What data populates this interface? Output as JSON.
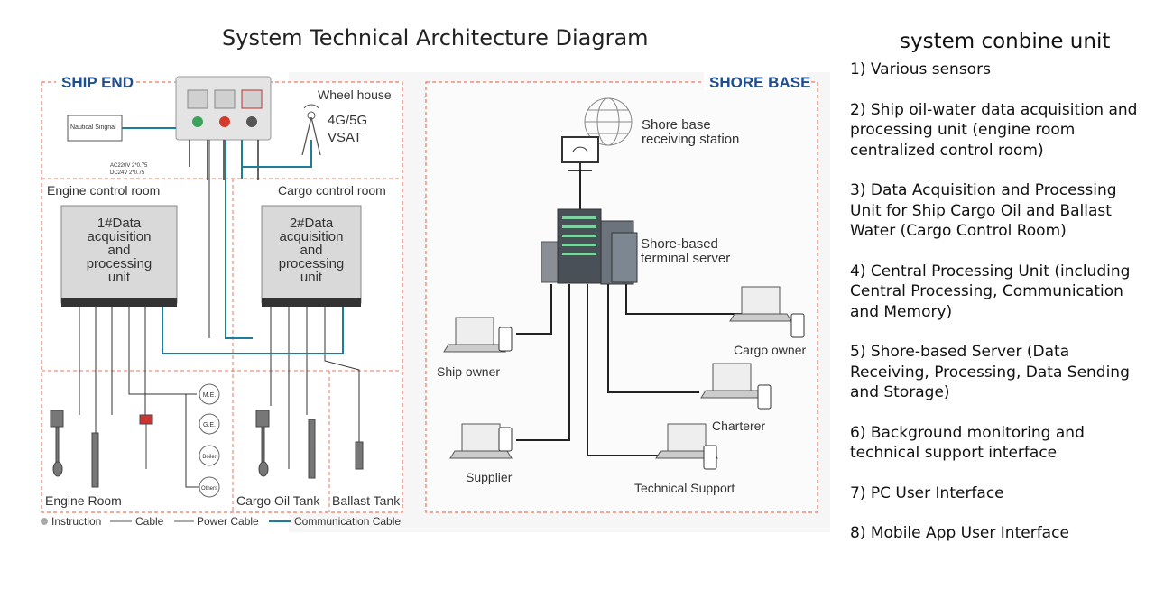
{
  "title": "System Technical Architecture Diagram",
  "ship_end": {
    "header": "SHIP END",
    "wheel_house": "Wheel house",
    "nautical_signal": "Nautical Singnal",
    "comm": "4G/5G",
    "comm2": "VSAT",
    "power1": "AC220V 2*0.75",
    "power2": "DC24V 2*0.75",
    "engine_control_room": "Engine control room",
    "cargo_control_room": "Cargo control room",
    "unit1": [
      "1#Data",
      "acquisition",
      "and",
      "processing",
      "unit"
    ],
    "unit2": [
      "2#Data",
      "acquisition",
      "and",
      "processing",
      "unit"
    ],
    "engine_room": "Engine Room",
    "cargo_oil_tank": "Cargo Oil Tank",
    "ballast_tank": "Ballast Tank",
    "consumers": [
      "M.E.",
      "G.E.",
      "Boiler",
      "Others"
    ]
  },
  "legend": {
    "instruction": "Instruction",
    "cable": "Cable",
    "power_cable": "Power Cable",
    "communication_cable": "Communication Cable"
  },
  "shore_base": {
    "header": "SHORE BASE",
    "receiving_station": [
      "Shore base",
      "receiving station"
    ],
    "server": [
      "Shore-based",
      "terminal server"
    ],
    "ship_owner": "Ship owner",
    "supplier": "Supplier",
    "technical_support": "Technical Support",
    "charterer": "Charterer",
    "cargo_owner": "Cargo owner"
  },
  "right_panel": {
    "title": "system conbine unit",
    "items": [
      "1)  Various sensors",
      "2)  Ship oil-water data acquisition and processing unit (engine room centralized control room)",
      "3)  Data Acquisition and Processing Unit for Ship Cargo Oil     and Ballast Water (Cargo Control Room)",
      "4)  Central Processing Unit (including Central Processing, Communication and Memory)",
      "5)  Shore-based Server (Data Receiving, Processing, Data Sending and Storage)",
      "6)  Background monitoring and technical support interface",
      "7)  PC User Interface",
      "8)  Mobile App User Interface"
    ]
  },
  "colors": {
    "dash_red": "#e9785f",
    "header_blue": "#1f4e8c",
    "comm_cable": "#1e7e9a"
  }
}
